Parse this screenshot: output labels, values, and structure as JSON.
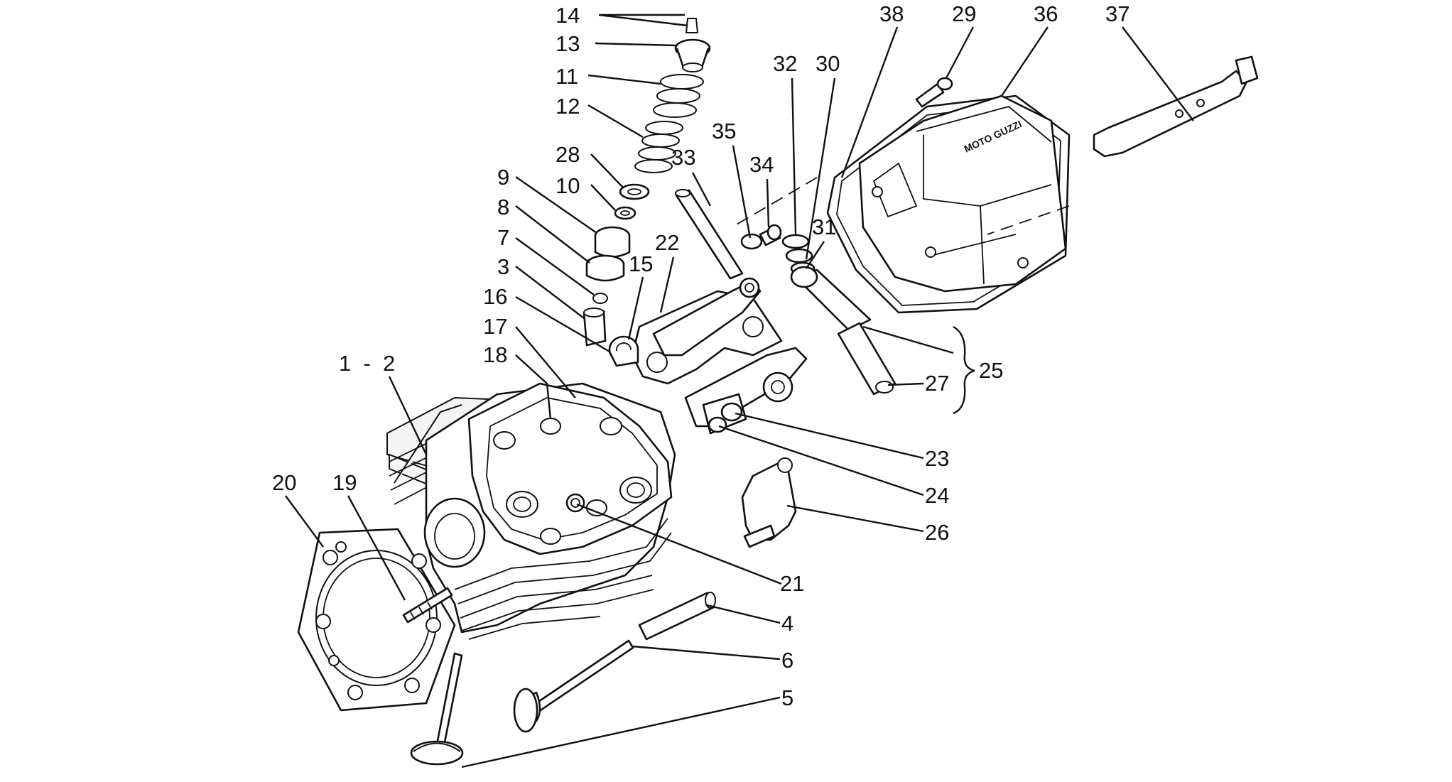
{
  "diagram": {
    "callouts": [
      {
        "id": "c14",
        "text": "14"
      },
      {
        "id": "c13",
        "text": "13"
      },
      {
        "id": "c11",
        "text": "11"
      },
      {
        "id": "c12",
        "text": "12"
      },
      {
        "id": "c28",
        "text": "28"
      },
      {
        "id": "c10",
        "text": "10"
      },
      {
        "id": "c9",
        "text": "9"
      },
      {
        "id": "c8",
        "text": "8"
      },
      {
        "id": "c7",
        "text": "7"
      },
      {
        "id": "c3",
        "text": "3"
      },
      {
        "id": "c16",
        "text": "16"
      },
      {
        "id": "c17",
        "text": "17"
      },
      {
        "id": "c18",
        "text": "18"
      },
      {
        "id": "c1_2",
        "text": "1  -  2"
      },
      {
        "id": "c20",
        "text": "20"
      },
      {
        "id": "c19",
        "text": "19"
      },
      {
        "id": "c33",
        "text": "33"
      },
      {
        "id": "c35",
        "text": "35"
      },
      {
        "id": "c34",
        "text": "34"
      },
      {
        "id": "c22",
        "text": "22"
      },
      {
        "id": "c15",
        "text": "15"
      },
      {
        "id": "c32",
        "text": "32"
      },
      {
        "id": "c30",
        "text": "30"
      },
      {
        "id": "c31",
        "text": "31"
      },
      {
        "id": "c38",
        "text": "38"
      },
      {
        "id": "c29",
        "text": "29"
      },
      {
        "id": "c36",
        "text": "36"
      },
      {
        "id": "c37",
        "text": "37"
      },
      {
        "id": "c25",
        "text": "25"
      },
      {
        "id": "c27",
        "text": "27"
      },
      {
        "id": "c23",
        "text": "23"
      },
      {
        "id": "c24",
        "text": "24"
      },
      {
        "id": "c26",
        "text": "26"
      },
      {
        "id": "c21",
        "text": "21"
      },
      {
        "id": "c4",
        "text": "4"
      },
      {
        "id": "c6",
        "text": "6"
      },
      {
        "id": "c5",
        "text": "5"
      }
    ],
    "cover_logo_text": "MOTO GUZZI",
    "colors": {
      "line": "#111111",
      "background": "#ffffff"
    }
  }
}
